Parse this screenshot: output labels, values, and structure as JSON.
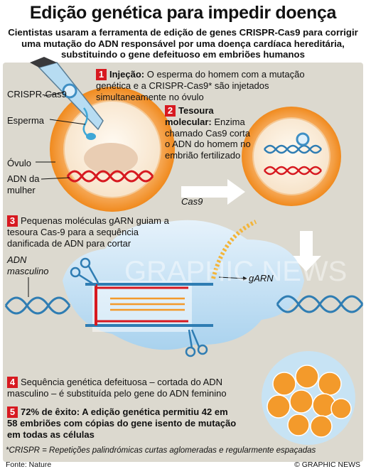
{
  "header": {
    "title": "Edição genética para impedir doença",
    "subtitle": "Cientistas usaram a ferramenta de edição de genes CRISPR-Cas9 para corrigir uma mutação do ADN responsável por uma doença cardíaca hereditária, substituindo o gene defeituoso em embriões humanos"
  },
  "labels": {
    "crispr": "CRISPR-Cas9",
    "esperma": "Esperma",
    "ovulo": "Óvulo",
    "adn_mulher": "ADN da mulher",
    "cas9": "Cas9",
    "adn_masculino": "ADN masculino",
    "garn": "gARN"
  },
  "steps": [
    {
      "n": "1",
      "bold": "Injeção:",
      "text": " O esperma do homem com a mutação genética e a CRISPR-Cas9* são injetados simultaneamente no óvulo"
    },
    {
      "n": "2",
      "bold": "Tesoura molecular:",
      "text": " Enzima chamado Cas9 corta o ADN do homem no embrião fertilizado"
    },
    {
      "n": "3",
      "bold": "",
      "text": "Pequenas moléculas gARN guiam a tesoura Cas-9 para a sequência danificada de ADN para cortar"
    },
    {
      "n": "4",
      "bold": "",
      "text": "Sequência genética defeituosa – cortada do ADN masculino – é substituída pelo gene do ADN feminino"
    },
    {
      "n": "5",
      "bold": "72% de êxito: A edição genética permitiu 42 em 58 embriões com cópias do gene isento de mutação em todas as células",
      "text": ""
    }
  ],
  "footnote": "*CRISPR = Repetições palindrómicas curtas aglomeradas e regularmente espaçadas",
  "source": "Fonte: Nature",
  "credit": "© GRAPHIC NEWS",
  "watermark": "GRAPHIC NEWS",
  "colors": {
    "panel": "#dcd9cf",
    "accent": "#d71920",
    "orange": "#f39a2b",
    "blue": "#a9d2ee"
  }
}
